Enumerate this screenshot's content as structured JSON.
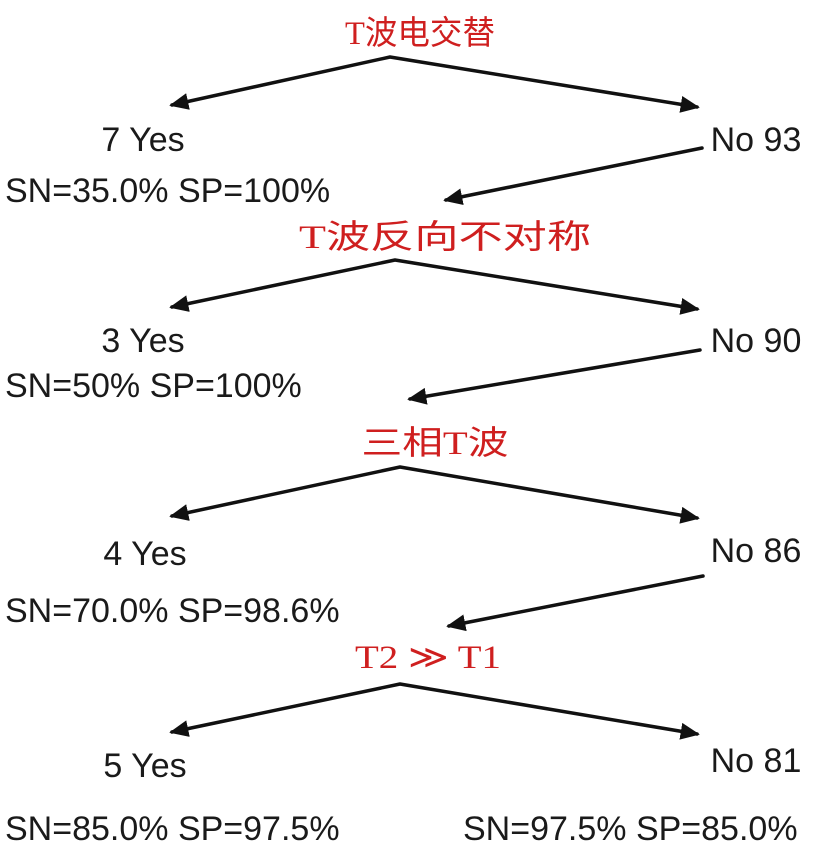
{
  "diagram": {
    "kind": "diagnostic-decision-tree",
    "colors": {
      "question": "#cf1f1f",
      "text": "#1a1a1a",
      "line": "#111111",
      "background": "#ffffff"
    },
    "nodes": [
      {
        "question": "T波电交替",
        "yes_label": "7 Yes",
        "no_label": "No 93",
        "yes_stats": "SN=35.0% SP=100%"
      },
      {
        "question": "T波反向不对称",
        "yes_label": "3 Yes",
        "no_label": "No 90",
        "yes_stats": "SN=50% SP=100%"
      },
      {
        "question": "三相T波",
        "yes_label": "4 Yes",
        "no_label": "No 86",
        "yes_stats": "SN=70.0% SP=98.6%"
      },
      {
        "question": "T2 ≫ T1",
        "yes_label": "5 Yes",
        "no_label": "No 81",
        "yes_stats": "SN=85.0% SP=97.5%",
        "no_stats": "SN=97.5% SP=85.0%"
      }
    ]
  }
}
